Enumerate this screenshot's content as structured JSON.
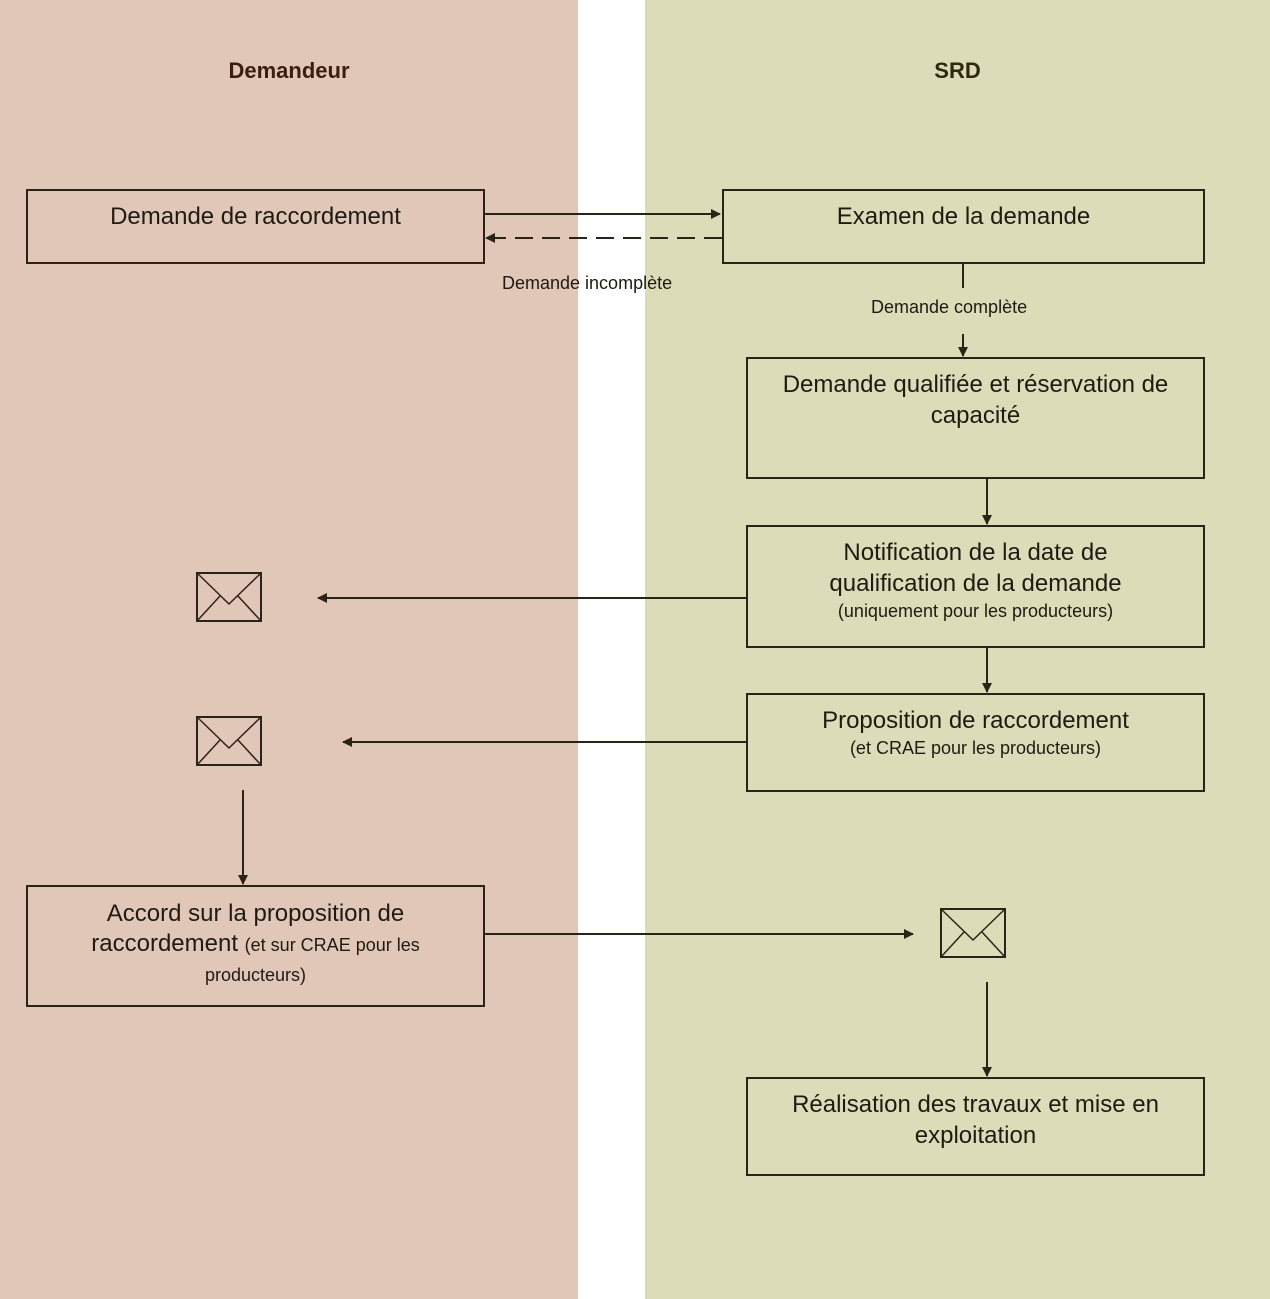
{
  "lanes": {
    "left": {
      "title": "Demandeur",
      "color": "#e1c7b8",
      "title_color": "#3b1e0c"
    },
    "right": {
      "title": "SRD",
      "color": "#dcdcb8",
      "title_color": "#2e2a0c"
    }
  },
  "boxes": {
    "demande_raccordement": "Demande de raccordement",
    "examen": "Examen de la demande",
    "qualifiee": "Demande qualifiée et réservation de capacité",
    "notification_main": "Notification de la date de qualification de la demande",
    "notification_sub": "(uniquement pour les producteurs)",
    "proposition_main": "Proposition de raccordement",
    "proposition_sub": "(et CRAE pour les producteurs)",
    "accord_main": "Accord sur la proposition de raccordement",
    "accord_sub": "(et sur CRAE pour les producteurs)",
    "realisation": "Réalisation des travaux et mise en exploitation"
  },
  "labels": {
    "incomplete": "Demande incomplète",
    "complete": "Demande complète"
  },
  "icons": {
    "envelope_notification": "envelope-icon",
    "envelope_proposition": "envelope-icon",
    "envelope_accord": "envelope-icon"
  }
}
